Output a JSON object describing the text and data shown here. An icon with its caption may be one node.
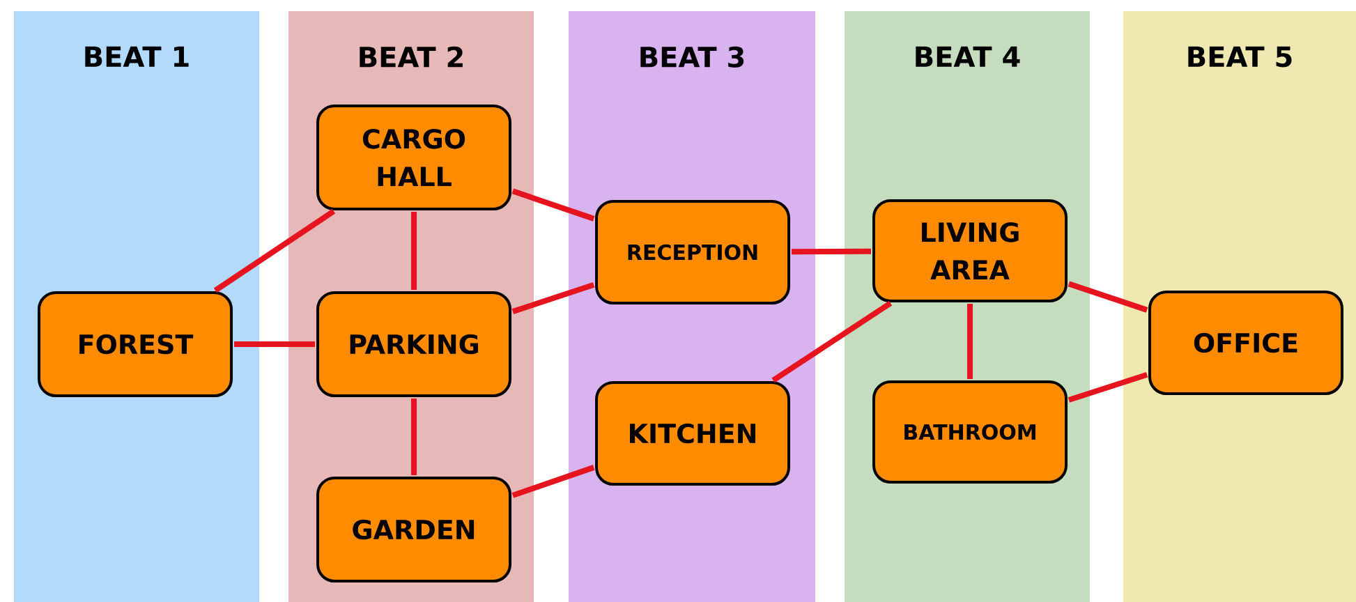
{
  "diagram": {
    "nodes": [
      {
        "text": [
          "BEAT 1"
        ]
      },
      {
        "text": [
          "BEAT 2"
        ]
      },
      {
        "text": [
          "BEAT 3"
        ]
      },
      {
        "text": [
          "BEAT 4"
        ]
      },
      {
        "text": [
          "BEAT 5"
        ]
      },
      {
        "text": [
          "FOREST"
        ],
        "in": 0
      },
      {
        "text": [
          "CARGO HALL"
        ],
        "in": 1
      },
      {
        "text": [
          "PARKING"
        ],
        "in": 1
      },
      {
        "text": [
          "GARDEN"
        ],
        "in": 1
      },
      {
        "text": [
          "RECEPTION"
        ],
        "in": 2
      },
      {
        "text": [
          "KITCHEN"
        ],
        "in": 2
      },
      {
        "text": [
          "LIVING AREA"
        ],
        "in": 3
      },
      {
        "text": [
          "BATHROOM"
        ],
        "in": 3
      },
      {
        "text": [
          "OFFICE"
        ],
        "in": 4
      }
    ],
    "edges": [
      {
        "from": 5,
        "to": 6,
        "arrow": "none"
      },
      {
        "from": 5,
        "to": 7,
        "arrow": "none"
      },
      {
        "from": 6,
        "to": 7,
        "arrow": "none"
      },
      {
        "from": 6,
        "to": 9,
        "arrow": "none"
      },
      {
        "from": 7,
        "to": 9,
        "arrow": "none"
      },
      {
        "from": 7,
        "to": 8,
        "arrow": "none"
      },
      {
        "from": 8,
        "to": 10,
        "arrow": "none"
      },
      {
        "from": 9,
        "to": 11,
        "arrow": "none"
      },
      {
        "from": 10,
        "to": 11,
        "arrow": "none"
      },
      {
        "from": 11,
        "to": 12,
        "arrow": "none"
      },
      {
        "from": 11,
        "to": 13,
        "arrow": "none"
      },
      {
        "from": 12,
        "to": 13,
        "arrow": "none"
      }
    ]
  }
}
